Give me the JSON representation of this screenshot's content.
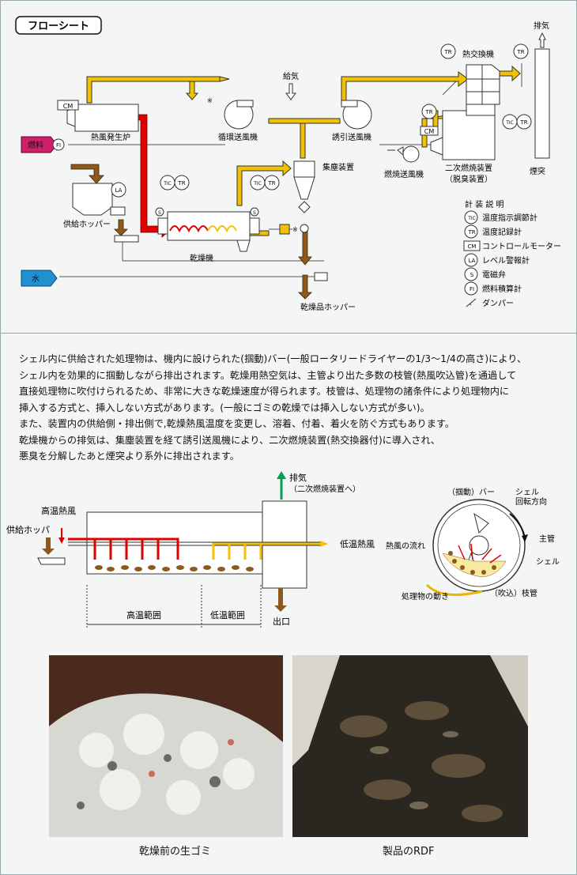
{
  "flow": {
    "title": "フローシート",
    "labels": {
      "cm": "CM",
      "fi": "FI",
      "la": "LA",
      "tr": "TR",
      "tic": "TIC",
      "s": "S",
      "fuel": "燃料",
      "water": "水",
      "heater": "熱風発生炉",
      "circ_fan": "循環送風機",
      "intake": "給気",
      "induced_fan": "誘引送風機",
      "heat_ex": "熱交換機",
      "exhaust": "排気",
      "combustion_fan": "燃焼送風機",
      "secondary": "二次燃焼装置",
      "deodor": "（脱臭装置）",
      "chimney": "煙突",
      "dust": "集塵装置",
      "feed_hopper": "供給ホッパー",
      "dryer": "乾燥機",
      "product_hopper": "乾燥品ホッパー",
      "asterisk": "※"
    },
    "legend": {
      "title": "計 装 説 明",
      "items": [
        {
          "sym": "TIC",
          "text": "温度指示調節計"
        },
        {
          "sym": "TR",
          "text": "温度記録計"
        },
        {
          "sym": "CM",
          "text": "コントロールモーター"
        },
        {
          "sym": "LA",
          "text": "レベル警報計"
        },
        {
          "sym": "S",
          "text": "電磁弁"
        },
        {
          "sym": "FI",
          "text": "燃料積算計"
        },
        {
          "sym": "damper",
          "text": "ダンパー"
        }
      ]
    }
  },
  "description": {
    "lines": [
      "シェル内に供給された処理物は、機内に設けられた(掴動)バー(一般ロータリードライヤーの1/3〜1/4の高さ)により、",
      "シェル内を効果的に掴動しながら排出されます。乾燥用熱空気は、主管より出た多数の枝管(熱風吹込管)を通過して",
      "直接処理物に吹付けられるため、非常に大きな乾燥速度が得られます。枝管は、処理物の諸条件により処理物内に",
      "挿入する方式と、挿入しない方式があります。(一般にゴミの乾燥では挿入しない方式が多い)。",
      "また、装置内の供給側・排出側で,乾燥熱風温度を変更し、溶着、付着、着火を防ぐ方式もあります。",
      "乾燥機からの排気は、集塵装置を経て誘引送風機により、二次燃焼装置(熱交換器付)に導入され、",
      "悪臭を分解したあと煙突より系外に排出されます。"
    ]
  },
  "dryer_diagram": {
    "exhaust": "排気",
    "exhaust_sub": "（二次燃焼装置へ）",
    "high_temp_air": "高温熱風",
    "feed_hopper": "供給ホッパ",
    "low_temp_air": "低温熱風",
    "high_range": "高温範囲",
    "low_range": "低温範囲",
    "outlet": "出口"
  },
  "cross_section": {
    "bar": "（掴動）バー",
    "shell_rotation": "シェル",
    "shell_rotation2": "回転方向",
    "main_pipe": "主管",
    "hot_air_flow": "熱風の流れ",
    "shell": "シェル",
    "material_motion": "処理物の動き",
    "branch": "（吹込）枝管"
  },
  "photos": {
    "before": "乾燥前の生ゴミ",
    "after": "製品のRDF"
  },
  "colors": {
    "yellow": "#f2c200",
    "red": "#e00000",
    "brown": "#8b5a1c",
    "fuel": "#d0206a",
    "water": "#2090d0",
    "green": "#00a050"
  }
}
